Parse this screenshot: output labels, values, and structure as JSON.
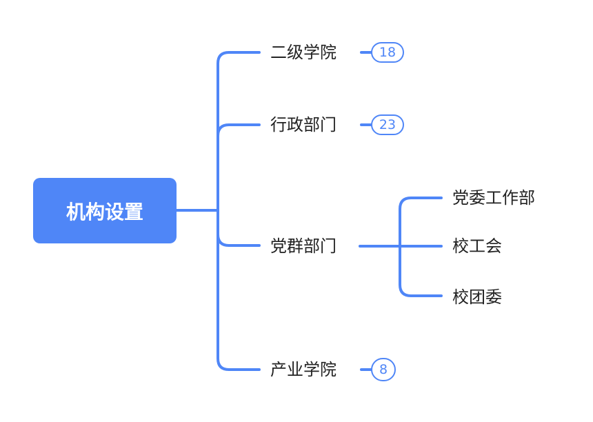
{
  "root": {
    "label": "机构设置"
  },
  "branches": [
    {
      "label": "二级学院",
      "count": "18"
    },
    {
      "label": "行政部门",
      "count": "23"
    },
    {
      "label": "党群部门",
      "children": [
        "党委工作部",
        "校工会",
        "校团委"
      ]
    },
    {
      "label": "产业学院",
      "count": "8"
    }
  ],
  "colors": {
    "accent": "#4f86f7",
    "text": "#222222"
  }
}
